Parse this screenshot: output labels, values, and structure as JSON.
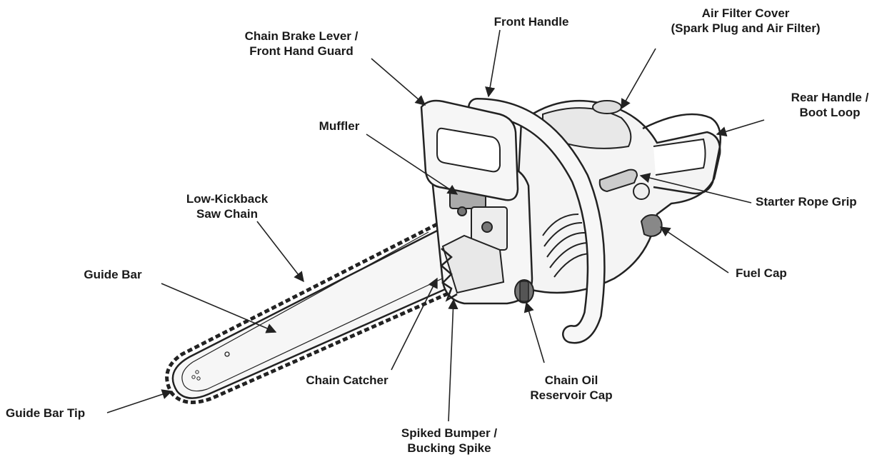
{
  "labels": {
    "front_handle": "Front Handle",
    "air_filter_cover": [
      "Air Filter Cover",
      "(Spark Plug and Air Filter)"
    ],
    "chain_brake": [
      "Chain Brake Lever /",
      "Front Hand Guard"
    ],
    "rear_handle": [
      "Rear Handle /",
      "Boot Loop"
    ],
    "muffler": "Muffler",
    "starter_rope_grip": "Starter Rope Grip",
    "saw_chain": [
      "Low-Kickback",
      "Saw Chain"
    ],
    "fuel_cap": "Fuel Cap",
    "guide_bar": "Guide Bar",
    "chain_catcher": "Chain Catcher",
    "chain_oil_cap": [
      "Chain Oil",
      "Reservoir Cap"
    ],
    "guide_bar_tip": "Guide Bar Tip",
    "spiked_bumper": [
      "Spiked Bumper /",
      "Bucking Spike"
    ]
  },
  "colors": {
    "ink": "#1a1a1a",
    "line": "#222222",
    "body_fill": "#f4f4f4",
    "shade": "#bdbdbd"
  }
}
